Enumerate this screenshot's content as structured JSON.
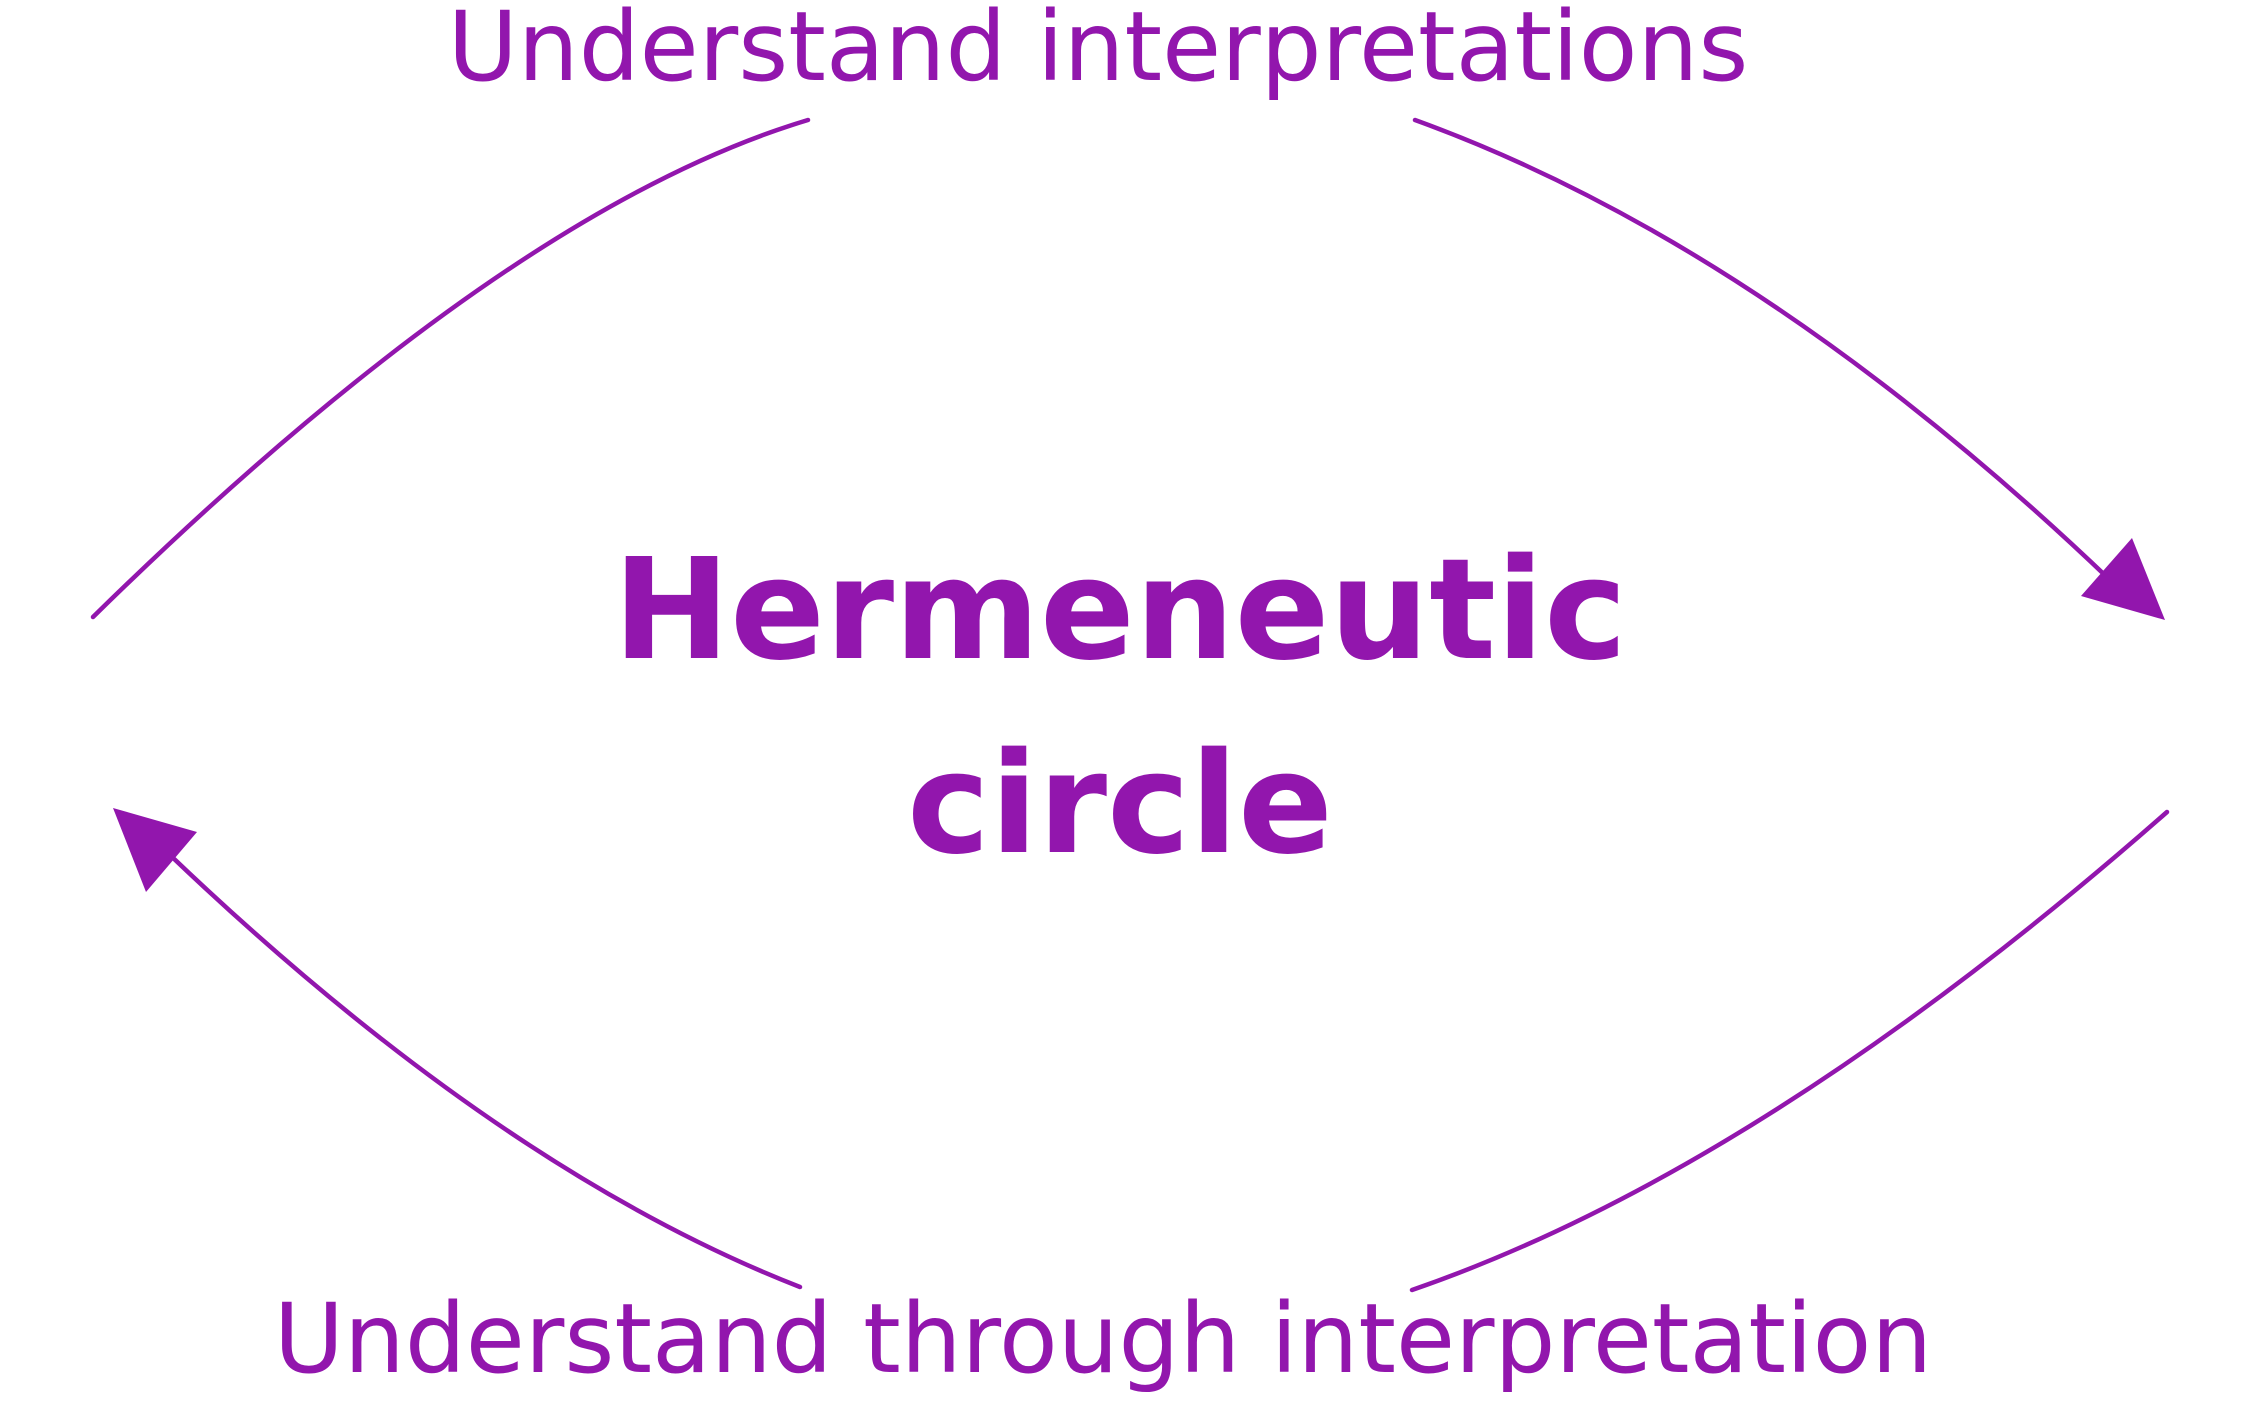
{
  "diagram": {
    "top_label": "Understand interpretations",
    "bottom_label": "Understand through interpretation",
    "center_line1": "Hermeneutic",
    "center_line2": "circle"
  },
  "colors": {
    "accent": "#9216ad",
    "background": "#ffffff"
  }
}
